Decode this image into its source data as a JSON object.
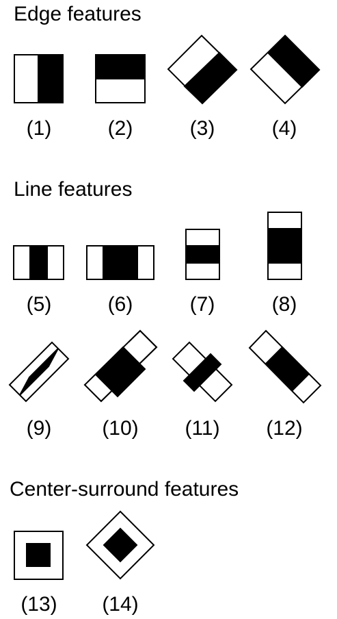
{
  "sections": {
    "edge": {
      "title": "Edge features"
    },
    "line": {
      "title": "Line features"
    },
    "center": {
      "title": "Center-surround features"
    }
  },
  "features": [
    {
      "label": "(1)",
      "pattern": "vertical-edge"
    },
    {
      "label": "(2)",
      "pattern": "horizontal-edge"
    },
    {
      "label": "(3)",
      "pattern": "diagonal-edge"
    },
    {
      "label": "(4)",
      "pattern": "diagonal-edge-inverted"
    },
    {
      "label": "(5)",
      "pattern": "vertical-line-narrow"
    },
    {
      "label": "(6)",
      "pattern": "vertical-line-wide"
    },
    {
      "label": "(7)",
      "pattern": "horizontal-line-narrow"
    },
    {
      "label": "(8)",
      "pattern": "horizontal-line-wide"
    },
    {
      "label": "(9)",
      "pattern": "diagonal-line-narrow"
    },
    {
      "label": "(10)",
      "pattern": "diagonal-line-wide"
    },
    {
      "label": "(11)",
      "pattern": "anti-diagonal-line-narrow"
    },
    {
      "label": "(12)",
      "pattern": "anti-diagonal-line-wide"
    },
    {
      "label": "(13)",
      "pattern": "center-surround-square"
    },
    {
      "label": "(14)",
      "pattern": "center-surround-diamond"
    }
  ],
  "colors": {
    "dark": "#000000",
    "light": "#ffffff",
    "outline": "#000000",
    "background": "#ffffff"
  }
}
